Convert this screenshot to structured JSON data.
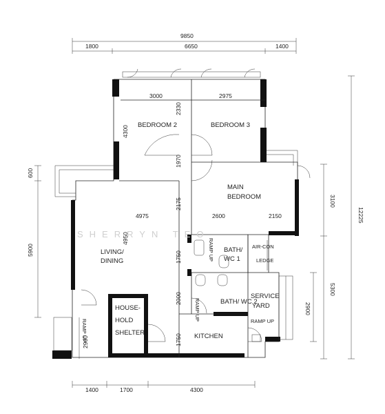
{
  "rooms": {
    "bedroom_2": "BEDROOM  2",
    "bedroom_3": "BEDROOM  3",
    "main_bedroom_1": "MAIN",
    "main_bedroom_2": "BEDROOM",
    "living_1": "LIVING/",
    "living_2": "DINING",
    "bath1_1": "BATH/",
    "bath1_2": "WC  1",
    "bath2": "BATH/ WC  2",
    "aircon_1": "AIR-CON",
    "aircon_2": "LEDGE",
    "service_1": "SERVICE",
    "service_2": "YARD",
    "shelter_1": "HOUSE-",
    "shelter_2": "HOLD",
    "shelter_3": "SHELTER",
    "kitchen": "KITCHEN",
    "ramp_bath1": "RAMP UP",
    "ramp_bath2": "RAMP UP",
    "ramp_service": "RAMP UP",
    "ramp_entry": "RAMP UP"
  },
  "dimensions": {
    "top_total": "9850",
    "top_left": "1800",
    "top_mid": "6650",
    "top_right": "1400",
    "bottom_left": "1400",
    "bottom_mid": "1700",
    "bottom_right": "4300",
    "left_upper": "600",
    "left_mid": "5900",
    "left_lower": "2900",
    "right_total": "12225",
    "right_upper": "3100",
    "right_lower": "5300",
    "right_inner": "2900",
    "bed2_width": "3000",
    "bed3_width": "2975",
    "bed2_height": "4300",
    "corridor_upper": "2330",
    "corridor_1970": "1970",
    "corridor_2175": "2175",
    "living_width": "4975",
    "living_height": "4950",
    "main_bed_w1": "2600",
    "main_bed_w2": "2150",
    "bath_1750": "1750",
    "bath_2000": "2000",
    "kitchen_1750": "1750"
  },
  "watermark": "SHERRYN TEO"
}
